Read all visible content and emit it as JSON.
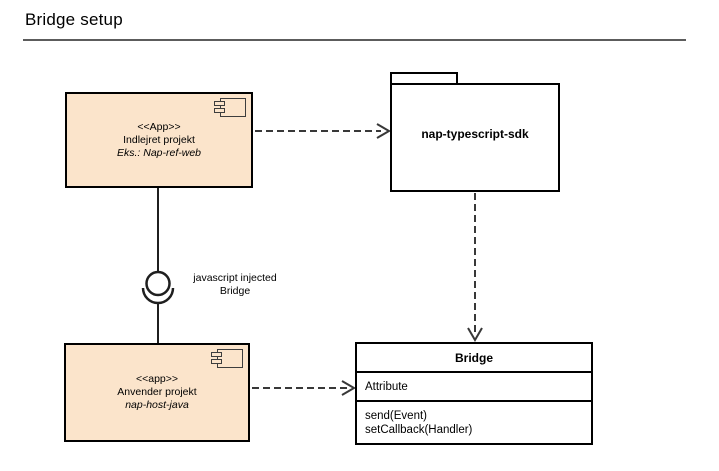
{
  "page": {
    "title": "Bridge setup"
  },
  "colors": {
    "background": "#FFFFFF",
    "component_fill": "#FBE4CB",
    "node_border": "#000000",
    "connector_line": "#383838",
    "title_rule": "#5C5C5C"
  },
  "nodes": {
    "embedded_app": {
      "stereotype": "<<App>>",
      "name": "Indlejret projekt",
      "example": "Eks.: Nap-ref-web"
    },
    "sdk_package": {
      "name": "nap-typescript-sdk"
    },
    "host_app": {
      "stereotype": "<<app>>",
      "name": "Anvender projekt",
      "example": "nap-host-java"
    },
    "bridge_class": {
      "name": "Bridge",
      "attributes": [
        "Attribute"
      ],
      "methods": [
        "send(Event)",
        "setCallback(Handler)"
      ]
    }
  },
  "connectors": {
    "interface_label_line1": "javascript injected",
    "interface_label_line2": "Bridge"
  },
  "icons": {
    "component_icon": "uml-component-icon",
    "ball_socket_icon": "uml-ball-socket-interface-icon"
  }
}
